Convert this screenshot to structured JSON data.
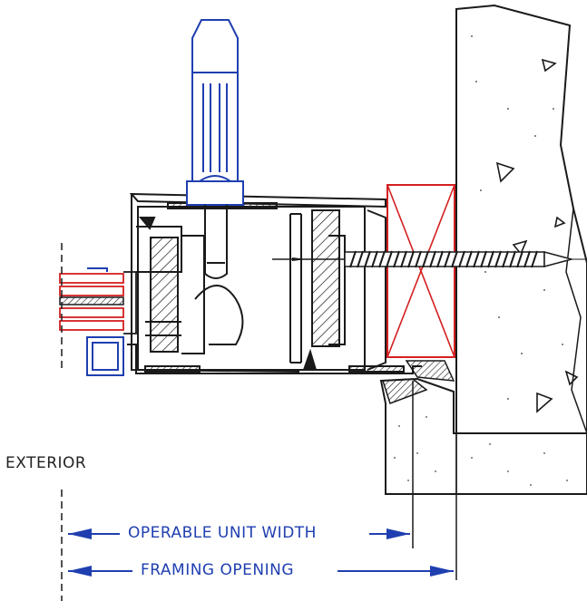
{
  "labels": {
    "exterior": "EXTERIOR",
    "operable_unit_width": "OPERABLE UNIT WIDTH",
    "framing_opening": "FRAMING OPENING"
  },
  "colors": {
    "ink": "#1a1a1a",
    "dimension_blue": "#1f3fb0",
    "section_red": "#d42020"
  },
  "icons": {
    "handle": "crank-handle-icon",
    "screw": "anchor-screw-icon",
    "shim": "wood-shim-icon"
  }
}
